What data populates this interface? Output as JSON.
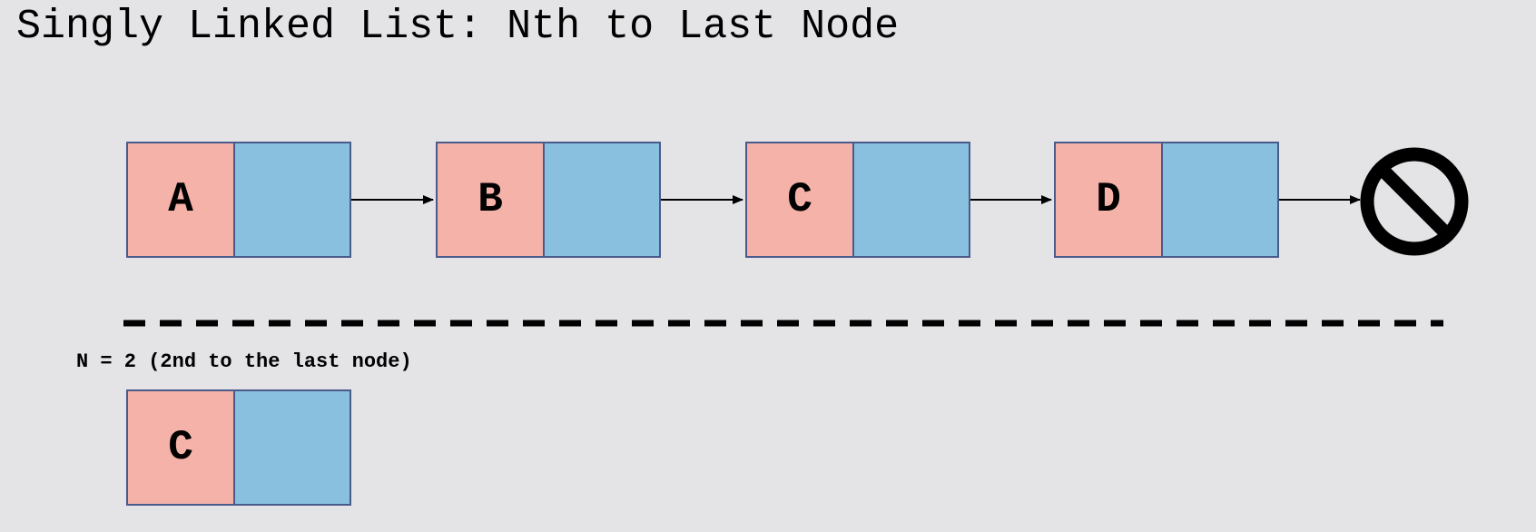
{
  "title": "Singly Linked List: Nth to Last Node",
  "list": {
    "nodes": [
      {
        "value": "A"
      },
      {
        "value": "B"
      },
      {
        "value": "C"
      },
      {
        "value": "D"
      }
    ],
    "terminator_icon": "null-prohibited-icon"
  },
  "result": {
    "label": "N = 2 (2nd to the last node)",
    "node_value": "C"
  },
  "colors": {
    "background": "#e4e4e7",
    "data_cell": "#f4b2a9",
    "pointer_cell": "#8ac0df",
    "border": "#4a5a8a"
  }
}
